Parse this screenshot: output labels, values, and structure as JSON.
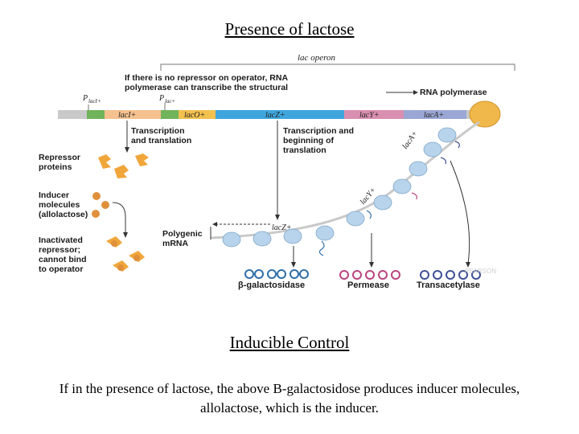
{
  "title": "Presence of lactose",
  "section_title": "Inducible Control",
  "caption": "If in the presence of lactose, the above B-galactosidose produces inducer molecules, allolactose, which is the inducer.",
  "diagram": {
    "operon_label": "lac operon",
    "no_repressor_note": [
      "If there is no repressor on operator, RNA",
      "polymerase can transcribe the structural"
    ],
    "promoter_left": "P",
    "promoter_left_sub": "lacI+",
    "promoter_right": "P",
    "promoter_right_sub": "lac+",
    "genes": {
      "laci": "lacI+",
      "laco": "lacO+",
      "lacz": "lacZ+",
      "lacy": "lacY+",
      "laca": "lacA+"
    },
    "rna_polymerase": "RNA polymerase",
    "transcription_translation": [
      "Transcription",
      "and translation"
    ],
    "transcription_beginning": [
      "Transcription and",
      "beginning of",
      "translation"
    ],
    "repressor_proteins": [
      "Repressor",
      "proteins"
    ],
    "inducer_molecules": [
      "Inducer",
      "molecules",
      "(allolactose)"
    ],
    "inactivated_repressor": [
      "Inactivated",
      "repressor;",
      "cannot bind",
      "to operator"
    ],
    "polygenic_mrna": [
      "Polygenic",
      "mRNA"
    ],
    "mrna_gene_labels": [
      "lacZ+",
      "lacY+",
      "lacA+"
    ],
    "products": [
      "β-galactosidase",
      "Permease",
      "Transacetylase"
    ],
    "watermark": "PEARSON",
    "colors": {
      "laci": "#f5c18f",
      "laco": "#f2c14e",
      "lacz": "#3ea6dc",
      "lacy": "#d98fb0",
      "laca": "#9aa6d3",
      "polymerase": "#f0b84a",
      "ribosome": "#b8d4ec",
      "galactosidase": "#2f6fa8",
      "permease": "#b9457e",
      "transacetylase": "#3e4f95",
      "inducer": "#e0903b",
      "repressor": "#f0a63a"
    }
  }
}
